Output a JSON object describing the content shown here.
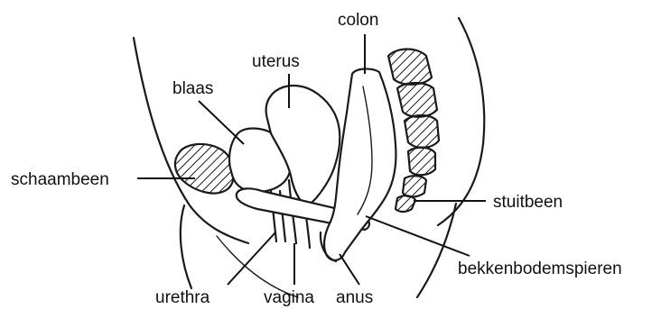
{
  "labels": {
    "colon": "colon",
    "uterus": "uterus",
    "blaas": "blaas",
    "schaambeen": "schaambeen",
    "stuitbeen": "stuitbeen",
    "bekkenbodemspieren": "bekkenbodemspieren",
    "urethra": "urethra",
    "vagina": "vagina",
    "anus": "anus"
  }
}
